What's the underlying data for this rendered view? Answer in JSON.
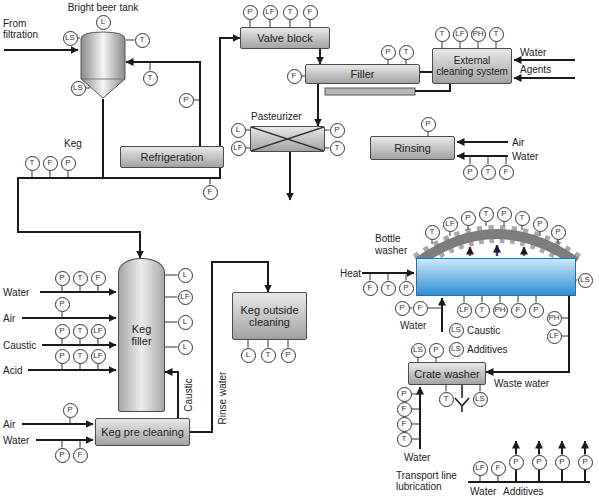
{
  "diagram": {
    "nodes": [
      {
        "text": [
          "Bright beer tank"
        ]
      },
      {
        "text": [
          "Refrigeration"
        ]
      },
      {
        "text": [
          "Valve block"
        ]
      },
      {
        "text": [
          "Filler"
        ]
      },
      {
        "text": [
          "External cleaning system"
        ]
      },
      {
        "text": [
          "Pasteurizer"
        ]
      },
      {
        "text": [
          "Rinsing"
        ]
      },
      {
        "text": [
          "Bottle washer"
        ]
      },
      {
        "text": [
          "Crate washer"
        ]
      },
      {
        "text": [
          "Keg filler"
        ]
      },
      {
        "text": [
          "Keg outside cleaning"
        ]
      },
      {
        "text": [
          "Keg pre cleaning"
        ]
      }
    ],
    "edges": [
      {
        "from": 1,
        "to": 0,
        "arrow": "to"
      },
      {
        "from": 0,
        "to": 2,
        "arrow": "to"
      },
      {
        "from": 0,
        "to": 9,
        "arrow": "to"
      },
      {
        "from": 2,
        "to": 3,
        "arrow": "to"
      },
      {
        "from": 3,
        "to": 4,
        "arrow": "none"
      },
      {
        "from": 3,
        "to": 5,
        "arrow": "to"
      },
      {
        "from": 11,
        "to": 9,
        "arrow": "to"
      },
      {
        "from": 11,
        "to": 10,
        "arrow": "to"
      },
      {
        "from": 7,
        "to": 8,
        "arrow": "to"
      }
    ],
    "labels": [
      "From filtration",
      "L",
      "LS",
      "T",
      "LS",
      "T",
      "P",
      "Keg",
      "T",
      "F",
      "P",
      "F",
      "P",
      "LF",
      "T",
      "F",
      "P",
      "T",
      "F",
      "T",
      "LF",
      "PH",
      "T",
      "Water",
      "Agents",
      "L",
      "LF",
      "P",
      "T",
      "P",
      "Air",
      "Water",
      "P",
      "T",
      "F",
      "Water",
      "P",
      "T",
      "F",
      "Air",
      "P",
      "Caustic",
      "P",
      "T",
      "LF",
      "Acid",
      "P",
      "T",
      "LF",
      "L",
      "LF",
      "L",
      "L",
      "Caustic",
      "Rinse water",
      "L",
      "T",
      "P",
      "Air",
      "P",
      "Water",
      "P",
      "F",
      "T",
      "LF",
      "P",
      "T",
      "P",
      "T",
      "P",
      "P",
      "Heat",
      "F",
      "T",
      "P",
      "LS",
      "LF",
      "T",
      "PH",
      "F",
      "P",
      "P",
      "F",
      "Water",
      "LS",
      "Caustic",
      "LS",
      "Additives",
      "PH",
      "LF",
      "Waste water",
      "LS",
      "P",
      "P",
      "F",
      "F",
      "T",
      "Water",
      "T",
      "LS",
      "Transport line lubrication",
      "LF",
      "F",
      "P",
      "P",
      "P",
      "P",
      "Water",
      "Additives"
    ]
  }
}
